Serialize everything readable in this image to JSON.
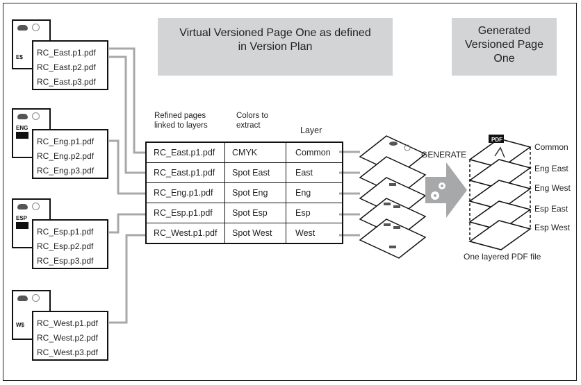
{
  "banners": {
    "virtual": "Virtual Versioned Page One as defined in Version Plan",
    "virtual_line1": "Virtual Versioned Page One as defined",
    "virtual_line2": "in Version Plan",
    "generated_line1": "Generated",
    "generated_line2": "Versioned Page",
    "generated_line3": "One"
  },
  "sources": [
    {
      "tag": "E$",
      "files": [
        "RC_East.p1.pdf",
        "RC_East.p2.pdf",
        "RC_East.p3.pdf"
      ]
    },
    {
      "tag": "ENG",
      "files": [
        "RC_Eng.p1.pdf",
        "RC_Eng.p2.pdf",
        "RC_Eng.p3.pdf"
      ]
    },
    {
      "tag": "ESP",
      "files": [
        "RC_Esp.p1.pdf",
        "RC_Esp.p2.pdf",
        "RC_Esp.p3.pdf"
      ]
    },
    {
      "tag": "W$",
      "files": [
        "RC_West.p1.pdf",
        "RC_West.p2.pdf",
        "RC_West.p3.pdf"
      ]
    }
  ],
  "plan": {
    "headers": {
      "pages_line1": "Refined pages",
      "pages_line2": "linked to layers",
      "colors_line1": "Colors to",
      "colors_line2": "extract",
      "layer": "Layer"
    },
    "rows": [
      {
        "page": "RC_East.p1.pdf",
        "colors": "CMYK",
        "layer": "Common"
      },
      {
        "page": "RC_East.p1.pdf",
        "colors": "Spot East",
        "layer": "East"
      },
      {
        "page": "RC_Eng.p1.pdf",
        "colors": "Spot Eng",
        "layer": "Eng"
      },
      {
        "page": "RC_Esp.p1.pdf",
        "colors": "Spot Esp",
        "layer": "Esp"
      },
      {
        "page": "RC_West.p1.pdf",
        "colors": "Spot West",
        "layer": "West"
      }
    ]
  },
  "generate_label": "GENERATE",
  "output": {
    "layers": [
      "Common",
      "Eng East",
      "Eng West",
      "Esp East",
      "Esp West"
    ],
    "caption": "One layered PDF file",
    "pdf_badge": "PDF"
  },
  "colors": {
    "banner_bg": "#d3d4d6",
    "connector": "#a7a8aa",
    "arrow": "#a7a8aa"
  }
}
